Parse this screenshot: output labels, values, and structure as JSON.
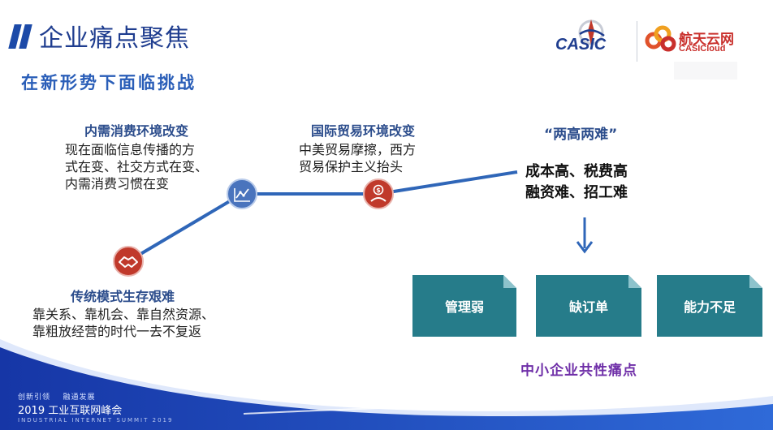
{
  "header": {
    "title": "企业痛点聚焦",
    "subtitle": "在新形势下面临挑战",
    "logo_casic": "CASIC",
    "logo_cloud_cn": "航天云网",
    "logo_cloud_en": "CASICloud"
  },
  "timeline": {
    "stage1": {
      "heading": "传统模式生存艰难",
      "lines": [
        "靠关系、靠机会、靠自然资源、",
        "靠粗放经营的时代一去不复返"
      ],
      "icon": "handshake-icon"
    },
    "stage2": {
      "heading": "内需消费环境改变",
      "lines": [
        "现在面临信息传播的方",
        "式在变、社交方式在变、",
        "内需消费习惯在变"
      ],
      "icon": "line-chart-icon"
    },
    "stage3": {
      "heading": "国际贸易环境改变",
      "lines": [
        "中美贸易摩擦，西方",
        "贸易保护主义抬头"
      ],
      "icon": "money-person-icon"
    },
    "stage4": {
      "heading": "“两高两难”",
      "lines": [
        "成本高、税费高",
        "融资难、招工难"
      ]
    }
  },
  "pain_points": {
    "boxes": [
      "管理弱",
      "缺订单",
      "能力不足"
    ],
    "caption": "中小企业共性痛点"
  },
  "footer": {
    "slogan_left": "创新引领",
    "slogan_right": "融通发展",
    "event_cn": "2019 工业互联网峰会",
    "event_en": "INDUSTRIAL INTERNET SUMMIT 2019"
  },
  "colors": {
    "title_blue": "#1f3d8f",
    "icon_red": "#c0392b",
    "icon_blue": "#4a74bd",
    "box_teal": "#267c8a",
    "caption_purple": "#6f2fa8",
    "footer_blue": "#1b3fae"
  }
}
